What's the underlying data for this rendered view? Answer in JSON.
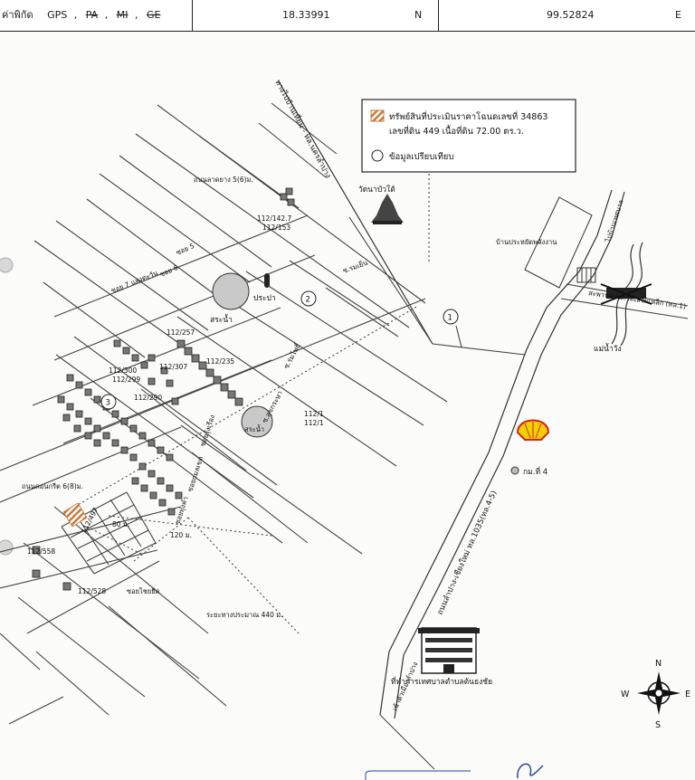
{
  "gps_bar": {
    "label": "ค่าพิกัด",
    "systems": [
      "GPS",
      "PA",
      "MI",
      "GE"
    ],
    "latitude": "18.33991",
    "lat_dir": "N",
    "longitude": "99.52824",
    "lon_dir": "E"
  },
  "legend": {
    "subject_line1": "ทรัพย์สินที่ประเมินราคาโฉนดเลขที่ 34863",
    "subject_line2": "เลขที่ดิน 449 เนื้อที่ดิน 72.00 ตร.ว.",
    "comparable": "ข้อมูลเปรียบเทียบ"
  },
  "comparable_markers": [
    "1",
    "2",
    "3"
  ],
  "labels": {
    "road_nakhon_lampang": "ทางไปบ้านเที่ยม - ทล.นครลำปาง",
    "road_asphalt": "ถนนลาดยาง 5(6)ม.",
    "temple": "วัดนาบัวใต้",
    "soi5": "ซอย 5",
    "soi6": "ซอย 6",
    "soi7": "ซอย 7 แสงตะวัน",
    "thanon_ramen": "ซ.รมเย็น",
    "prapa": "ประปา",
    "pond1": "สระน้ำ",
    "pond2": "สระน้ำ",
    "house_land": "บ้านประหยัดพลังงาน",
    "to_bridge": "ไปบ้านเทศบาล",
    "bridge": "สะพานคอนกรีตเสริมเหล็ก (ทล.1)",
    "river": "แม่น้ำวัง",
    "soi_pho": "ซ.ร่มโพธิ์",
    "soi_sukrasa": "ซ.สุขกระษา",
    "soi_ruam": "ซอยรุ่งเรือง",
    "soi_nakkhet": "ซอยกมลเขต",
    "soi_kham": "ซอยทุ่งคำ",
    "concrete_road": "ถนนคอนกรีต 6(8)ม.",
    "dist_80": "80 ม.",
    "dist_120": "120 ม.",
    "dead_end": "ซอยไชยยืด",
    "distance_440": "ระยะทางประมาณ 440 ม.",
    "highway": "ถนนลำปาง-เชียงใหม่ ทล.1035(ทล.4-5)",
    "to_lampang": "เข้าตัวเมืองลำปาง",
    "km4": "กม.ที่ 4",
    "municipal": "ที่ทำการเทศบาลตำบลต้นธงชัย",
    "compass_n": "N",
    "compass_s": "S",
    "compass_e": "E",
    "compass_w": "W"
  },
  "plot_labels": {
    "p112_142": "112/142.7",
    "p112_153": "112/153",
    "p112_257": "112/257",
    "p112_307": "112/307",
    "p112_235": "112/235",
    "p112_300": "112/300",
    "p112_299": "112/299",
    "p112_290": "112/290",
    "p112_1": "112/1",
    "p112_1b": "112/1",
    "p112_497": "112/497",
    "p112_558": "112/558",
    "p112_528": "112/528"
  },
  "colors": {
    "subject_hatch": "#c87432",
    "parcel_fill": "#777777",
    "pond_fill": "#c9c9c9",
    "shell_yellow": "#f2d000",
    "shell_red": "#d62018"
  },
  "icons": [
    "temple-icon",
    "water-tower-icon",
    "shell-station-icon",
    "building-icon",
    "compass-icon",
    "bridge-icon",
    "km-marker-icon",
    "binder-hole-icon"
  ]
}
